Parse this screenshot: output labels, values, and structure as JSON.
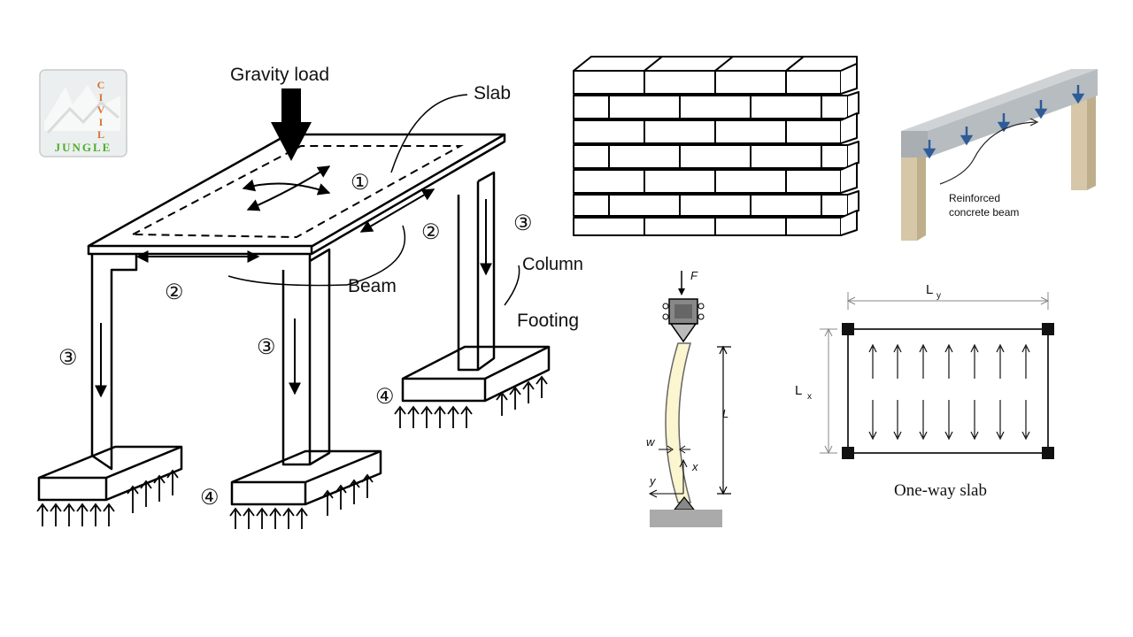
{
  "logo": {
    "vertical_letters": [
      "C",
      "I",
      "V",
      "I",
      "L"
    ],
    "word": "JUNGLE",
    "colors": {
      "orange": "#d9722f",
      "green": "#4caf28",
      "bg": "#ecefef"
    }
  },
  "frame_diagram": {
    "gravity_load_label": "Gravity load",
    "slab_label": "Slab",
    "beam_label": "Beam",
    "column_label": "Column",
    "footing_label": "Footing",
    "numbers": {
      "one": "①",
      "two": "②",
      "three": "③",
      "four": "④"
    }
  },
  "beam_figure": {
    "label_line1": "Reinforced",
    "label_line2": "concrete beam",
    "colors": {
      "beam": "#b7bcc0",
      "column": "#d5c7a7",
      "arrow": "#2f5b98"
    }
  },
  "buckling_figure": {
    "force_label": "F",
    "length_label": "L",
    "w_label": "w",
    "x_label": "x",
    "y_label": "y",
    "colors": {
      "column_fill": "#fbf5d0"
    }
  },
  "slab_figure": {
    "ly_label": "L",
    "ly_sub": "y",
    "lx_label": "L",
    "lx_sub": "x",
    "caption": "One-way slab"
  }
}
